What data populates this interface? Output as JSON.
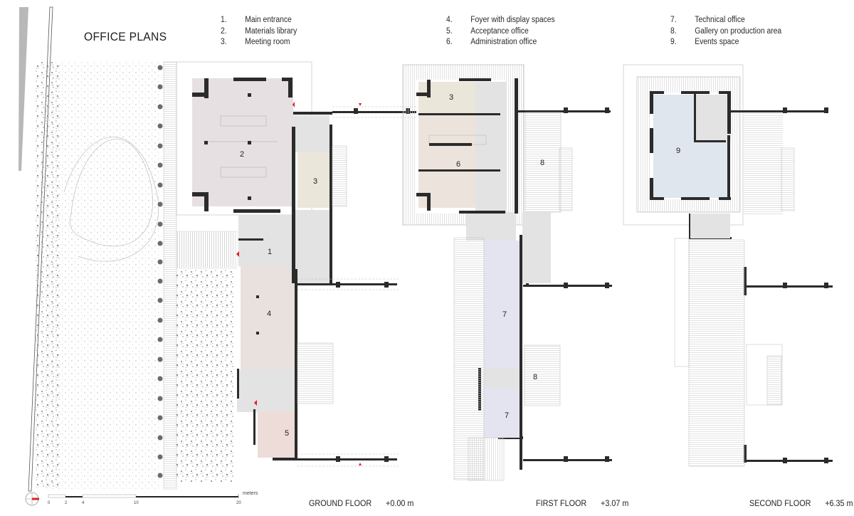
{
  "title": "OFFICE PLANS",
  "legend": {
    "group1": [
      {
        "num": "1.",
        "label": "Main entrance"
      },
      {
        "num": "2.",
        "label": "Materials library"
      },
      {
        "num": "3.",
        "label": "Meeting room"
      }
    ],
    "group2": [
      {
        "num": "4.",
        "label": "Foyer with display spaces"
      },
      {
        "num": "5.",
        "label": "Acceptance office"
      },
      {
        "num": "6.",
        "label": "Administration office"
      }
    ],
    "group3": [
      {
        "num": "7.",
        "label": "Technical office"
      },
      {
        "num": "8.",
        "label": "Gallery on production area"
      },
      {
        "num": "9.",
        "label": "Events space"
      }
    ]
  },
  "floors": [
    {
      "name": "GROUND FLOOR",
      "level": "+0.00 m",
      "rooms": [
        "1",
        "2",
        "3",
        "4",
        "5"
      ]
    },
    {
      "name": "FIRST FLOOR",
      "level": "+3.07 m",
      "rooms": [
        "3",
        "6",
        "7",
        "8",
        "7",
        "8"
      ]
    },
    {
      "name": "SECOND FLOOR",
      "level": "+6.35 m",
      "rooms": [
        "9"
      ]
    }
  ],
  "scale_bar": {
    "unit": "meters",
    "ticks": [
      "0",
      "2",
      "4",
      "10",
      "20"
    ]
  },
  "colors": {
    "wall": "#2b2b2b",
    "materials_library": "#e6e0e2",
    "meeting_room": "#ebe6da",
    "circulation": "#e3e3e3",
    "foyer": "#e9e1dd",
    "acceptance": "#eddcd8",
    "admin": "#ece4dc",
    "technical": "#e4e3f0",
    "events": "#dfe6ee",
    "entrance_marker": "#d9202a"
  }
}
